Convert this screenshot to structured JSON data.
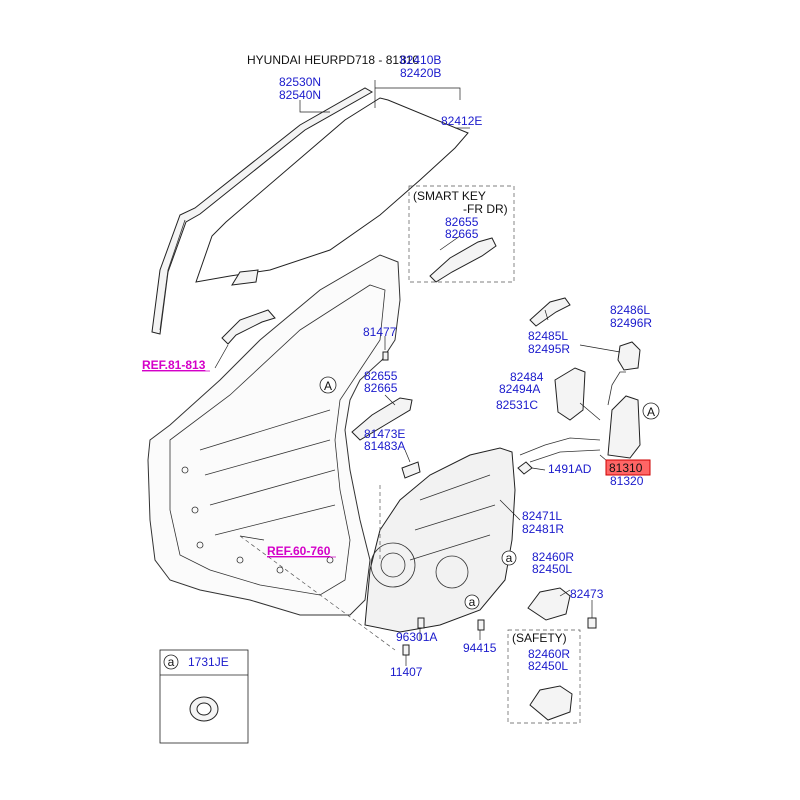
{
  "header": {
    "title": "HYUNDAI HEURPD718 - 81310"
  },
  "labels": {
    "p82410B": "82410B",
    "p82420B": "82420B",
    "p82530N": "82530N",
    "p82540N": "82540N",
    "p82412E": "82412E",
    "smart_key_line1": "(SMART KEY",
    "smart_key_line2": "-FR DR)",
    "sk82655": "82655",
    "sk82665": "82665",
    "p82486L": "82486L",
    "p82496R": "82496R",
    "p82485L": "82485L",
    "p82495R": "82495R",
    "p81477": "81477",
    "p82655": "82655",
    "p82665": "82665",
    "p82484": "82484",
    "p82494A": "82494A",
    "p82531C": "82531C",
    "p81473E": "81473E",
    "p81483A": "81483A",
    "p1491AD": "1491AD",
    "p81310": "81310",
    "p81320": "81320",
    "p82471L": "82471L",
    "p82481R": "82481R",
    "p82460R": "82460R",
    "p82450L": "82450L",
    "p82473": "82473",
    "p96301A": "96301A",
    "p94415": "94415",
    "p11407": "11407",
    "safety": "(SAFETY)",
    "s82460R": "82460R",
    "s82450L": "82450L",
    "inset_part": "1731JE",
    "ref_81_813": "REF.81-813",
    "ref_60_760": "REF.60-760",
    "callout_A": "A",
    "callout_a": "a"
  },
  "colors": {
    "label_blue": "#1a1acc",
    "ref_magenta": "#d400c8",
    "highlight": "#ff6666"
  }
}
